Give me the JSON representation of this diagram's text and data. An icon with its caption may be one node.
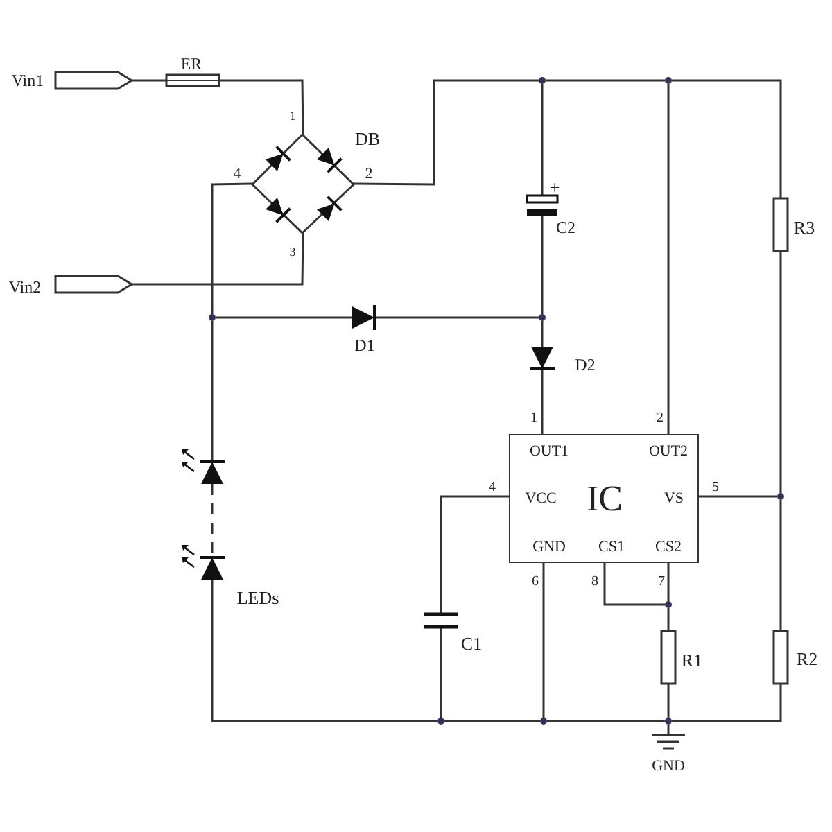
{
  "diagram": {
    "nodes": [
      {
        "text": [],
        "shape": "terminal",
        "beside": [
          "Vin1"
        ]
      },
      {
        "text": [],
        "shape": "fuse",
        "beside": [
          "ER"
        ]
      },
      {
        "text": [],
        "shape": "bridge",
        "beside": [
          "1",
          "DB",
          "4",
          "2",
          "3"
        ]
      },
      {
        "text": [],
        "shape": "dot"
      },
      {
        "text": [],
        "shape": "dot"
      },
      {
        "text": [],
        "shape": "capacitor",
        "beside": [
          "+",
          "C2"
        ]
      },
      {
        "text": [],
        "shape": "resistor",
        "beside": [
          "R3"
        ]
      },
      {
        "text": [],
        "shape": "terminal",
        "beside": [
          "Vin2"
        ]
      },
      {
        "text": [],
        "shape": "dot"
      },
      {
        "text": [],
        "shape": "diode",
        "beside": [
          "D1"
        ]
      },
      {
        "text": [],
        "shape": "dot"
      },
      {
        "text": [],
        "shape": "diode",
        "beside": [
          "D2"
        ]
      },
      {
        "text": [
          "IC",
          "OUT1",
          "OUT2",
          "VCC",
          "VS",
          "GND",
          "CS1",
          "CS2"
        ],
        "beside": [
          "1",
          "2",
          "4",
          "5",
          "6",
          "8",
          "7"
        ]
      },
      {
        "text": [],
        "shape": "led"
      },
      {
        "text": [],
        "shape": "dot"
      },
      {
        "text": [],
        "shape": "led",
        "beside": [
          "LEDs"
        ]
      },
      {
        "text": [],
        "shape": "capacitor",
        "beside": [
          "C1"
        ]
      },
      {
        "text": [],
        "shape": "dot"
      },
      {
        "text": [],
        "shape": "resistor",
        "beside": [
          "R1"
        ]
      },
      {
        "text": [],
        "shape": "resistor",
        "beside": [
          "R2"
        ]
      },
      {
        "text": [],
        "shape": "dot"
      },
      {
        "text": [],
        "shape": "dot"
      },
      {
        "text": [],
        "shape": "dot"
      },
      {
        "text": [],
        "shape": "ground",
        "beside": [
          "GND"
        ]
      }
    ],
    "edges": [
      {
        "from": 0,
        "to": 1,
        "arrow": "none"
      },
      {
        "from": 1,
        "to": 2,
        "arrow": "none"
      },
      {
        "from": 2,
        "to": 7,
        "arrow": "none"
      },
      {
        "from": 2,
        "to": 8,
        "arrow": "none"
      },
      {
        "from": 2,
        "to": 3,
        "arrow": "none"
      },
      {
        "from": 3,
        "to": 4,
        "arrow": "none"
      },
      {
        "from": 4,
        "to": 6,
        "arrow": "none"
      },
      {
        "from": 3,
        "to": 5,
        "arrow": "none"
      },
      {
        "from": 4,
        "to": 12,
        "arrow": "none"
      },
      {
        "from": 5,
        "to": 10,
        "arrow": "none"
      },
      {
        "from": 8,
        "to": 9,
        "arrow": "none"
      },
      {
        "from": 9,
        "to": 10,
        "arrow": "none"
      },
      {
        "from": 10,
        "to": 11,
        "arrow": "none"
      },
      {
        "from": 11,
        "to": 12,
        "arrow": "none"
      },
      {
        "from": 8,
        "to": 13,
        "arrow": "none"
      },
      {
        "from": 13,
        "to": 15,
        "arrow": "none",
        "style": "dashed"
      },
      {
        "from": 6,
        "to": 14,
        "arrow": "none"
      },
      {
        "from": 12,
        "to": 14,
        "arrow": "none"
      },
      {
        "from": 14,
        "to": 19,
        "arrow": "none"
      },
      {
        "from": 12,
        "to": 16,
        "arrow": "none"
      },
      {
        "from": 12,
        "to": 21,
        "arrow": "none"
      },
      {
        "from": 12,
        "to": 17,
        "arrow": "none"
      },
      {
        "from": 12,
        "to": 17,
        "arrow": "none"
      },
      {
        "from": 17,
        "to": 18,
        "arrow": "none"
      },
      {
        "from": 18,
        "to": 22,
        "arrow": "none"
      },
      {
        "from": 22,
        "to": 23,
        "arrow": "none"
      },
      {
        "from": 15,
        "to": 20,
        "arrow": "none"
      },
      {
        "from": 16,
        "to": 20,
        "arrow": "none"
      },
      {
        "from": 20,
        "to": 21,
        "arrow": "none"
      },
      {
        "from": 21,
        "to": 22,
        "arrow": "none"
      },
      {
        "from": 22,
        "to": 19,
        "arrow": "none"
      }
    ]
  }
}
